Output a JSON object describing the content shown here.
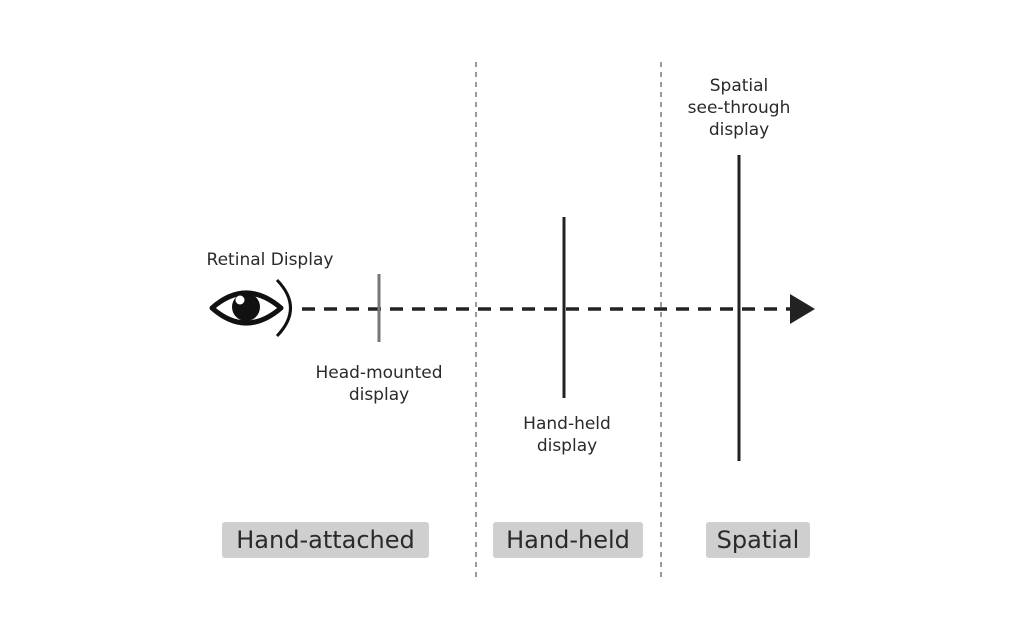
{
  "labels": {
    "retinal": "Retinal Display",
    "head_mounted": [
      "Head-mounted",
      "display"
    ],
    "hand_held": [
      "Hand-held",
      "display"
    ],
    "spatial": [
      "Spatial",
      "see-through",
      "display"
    ]
  },
  "categories": {
    "hand_attached": "Hand-attached",
    "hand_held": "Hand-held",
    "spatial": "Spatial"
  },
  "icons": {
    "viewer": "eye-icon",
    "direction": "arrow-right-icon"
  },
  "colors": {
    "stroke": "#222222",
    "separator": "#9a9a9a",
    "category_bg": "#cfcfcf"
  }
}
